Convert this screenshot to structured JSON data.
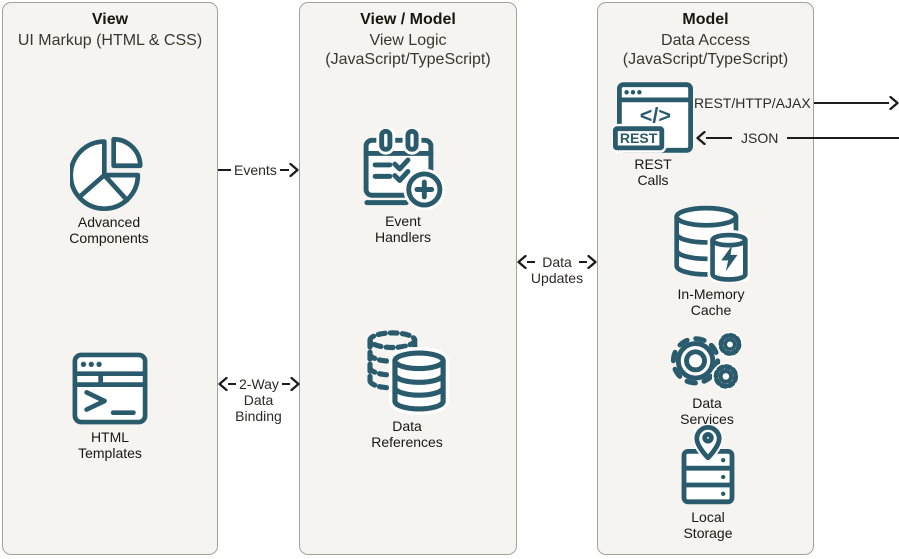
{
  "colors": {
    "icon_teal": "#2a5b6c",
    "panel_bg": "#f5f4f1",
    "panel_border": "#a7a199",
    "arrow_black": "#1c1c1c"
  },
  "panels": [
    {
      "title": "View",
      "subtitle_lines": [
        "UI Markup (HTML & CSS)"
      ]
    },
    {
      "title": "View / Model",
      "subtitle_lines": [
        "View Logic",
        "(JavaScript/TypeScript)"
      ]
    },
    {
      "title": "Model",
      "subtitle_lines": [
        "Data Access",
        "(JavaScript/TypeScript)"
      ]
    }
  ],
  "nodes": [
    {
      "id": "advanced-components",
      "icon": "pie-chart-icon",
      "label_lines": [
        "Advanced",
        "Components"
      ]
    },
    {
      "id": "html-templates",
      "icon": "browser-terminal-icon",
      "label_lines": [
        "HTML",
        "Templates"
      ]
    },
    {
      "id": "event-handlers",
      "icon": "calendar-add-icon",
      "label_lines": [
        "Event",
        "Handlers"
      ]
    },
    {
      "id": "data-references",
      "icon": "database-stack-icon",
      "label_lines": [
        "Data",
        "References"
      ]
    },
    {
      "id": "rest-calls",
      "icon": "browser-code-icon",
      "badge": "REST",
      "code_glyph": "</>",
      "label_lines": [
        "REST",
        "Calls"
      ]
    },
    {
      "id": "in-memory-cache",
      "icon": "database-lightning-icon",
      "label_lines": [
        "In-Memory",
        "Cache"
      ]
    },
    {
      "id": "data-services",
      "icon": "gears-icon",
      "label_lines": [
        "Data",
        "Services"
      ]
    },
    {
      "id": "local-storage",
      "icon": "server-pin-icon",
      "label_lines": [
        "Local",
        "Storage"
      ]
    }
  ],
  "arrows": {
    "events": {
      "label": "Events",
      "direction": "right"
    },
    "two_way": {
      "label_line1": "2-Way",
      "label_line2": "Data",
      "label_line3": "Binding",
      "direction": "both"
    },
    "data_updates": {
      "label_line1": "Data",
      "label_line2": "Updates",
      "direction": "both"
    },
    "rest_http_ajax": {
      "label": "REST/HTTP/AJAX",
      "direction": "right"
    },
    "json": {
      "label": "JSON",
      "direction": "left"
    }
  }
}
